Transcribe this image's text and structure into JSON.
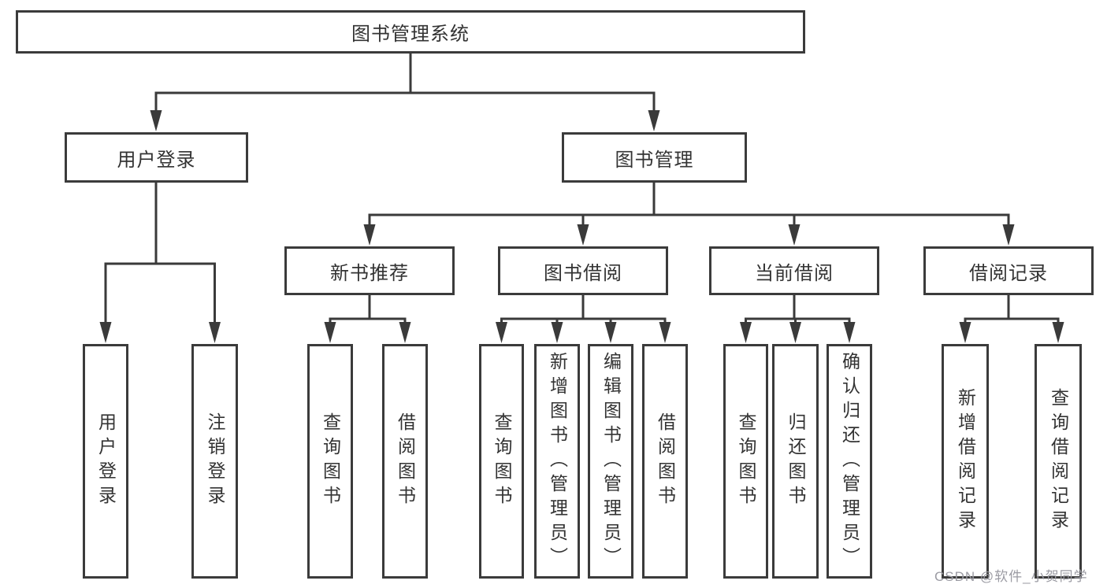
{
  "diagram": {
    "root_label": "图书管理系统",
    "branches": [
      {
        "label": "用户登录",
        "leaves": [
          "用户登录",
          "注销登录"
        ]
      },
      {
        "label": "图书管理",
        "groups": [
          {
            "label": "新书推荐",
            "leaves": [
              "查询图书",
              "借阅图书"
            ]
          },
          {
            "label": "图书借阅",
            "leaves": [
              "查询图书",
              "新增图书（管理员）",
              "编辑图书（管理员）",
              "借阅图书"
            ]
          },
          {
            "label": "当前借阅",
            "leaves": [
              "查询图书",
              "归还图书",
              "确认归还（管理员）"
            ]
          },
          {
            "label": "借阅记录",
            "leaves": [
              "新增借阅记录",
              "查询借阅记录"
            ]
          }
        ]
      }
    ]
  },
  "watermark": "CSDN @软件_小贺同学",
  "colors": {
    "line": "#3a3a3a",
    "box_border": "#3b3b3b",
    "text": "#333333",
    "watermark": "#9b9ba3",
    "background": "#ffffff"
  }
}
